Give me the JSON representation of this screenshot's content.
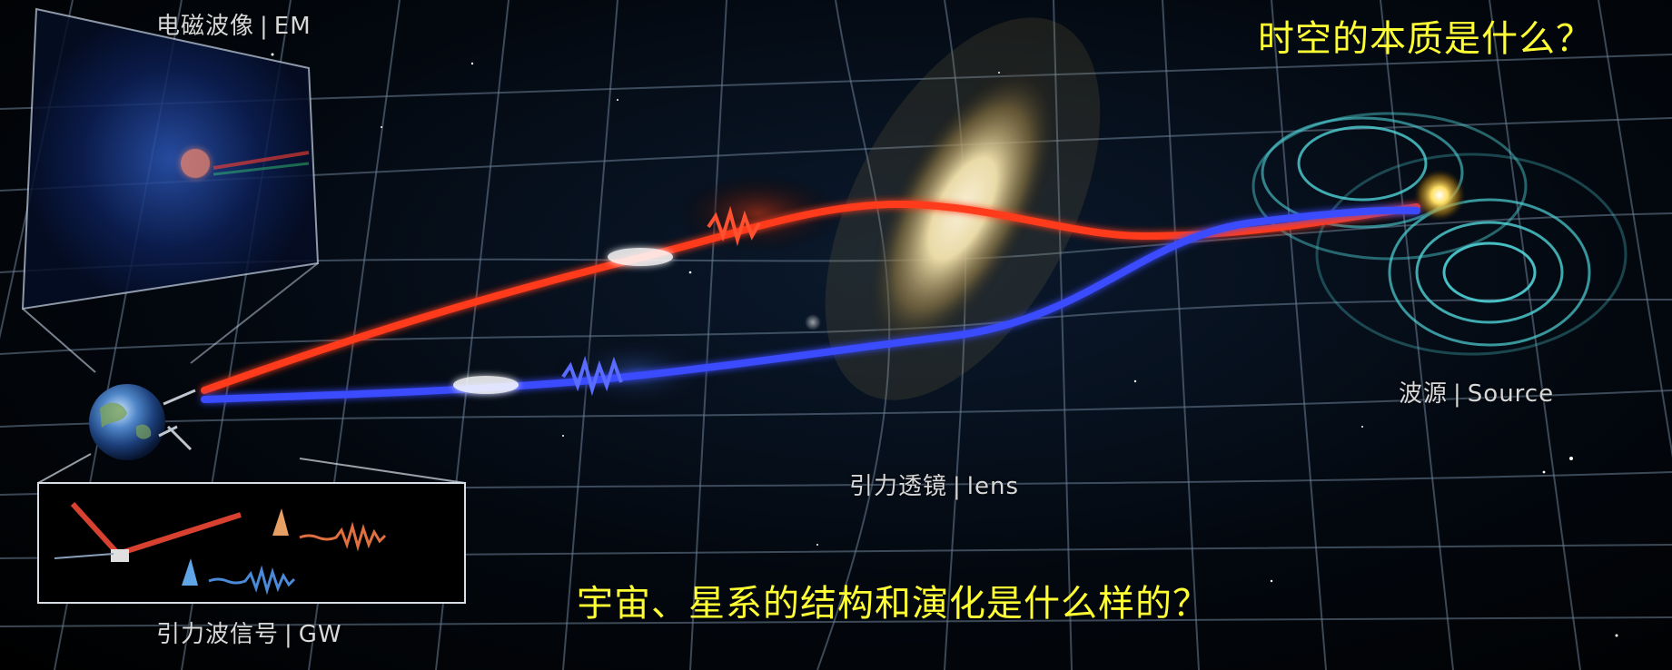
{
  "labels": {
    "em": {
      "cn": "电磁波像",
      "en": "EM"
    },
    "gw": {
      "cn": "引力波信号",
      "en": "GW"
    },
    "lens": {
      "cn": "引力透镜",
      "en": "lens"
    },
    "source": {
      "cn": "波源",
      "en": "Source"
    },
    "separator": "|"
  },
  "questions": {
    "spacetime": "时空的本质是什么？",
    "galaxy": "宇宙、星系的结构和演化是什么样的？"
  },
  "colors": {
    "question_text": "#ffff33",
    "label_text": "#d8d8d8",
    "em_ray": "#ff3b1f",
    "gw_ray": "#3a4cff",
    "source_waves": "#4fd2d6"
  },
  "icons": {
    "earth": "earth-globe-icon",
    "detector": "interferometer-icon",
    "galaxy": "spiral-galaxy-icon",
    "source": "binary-source-icon"
  }
}
